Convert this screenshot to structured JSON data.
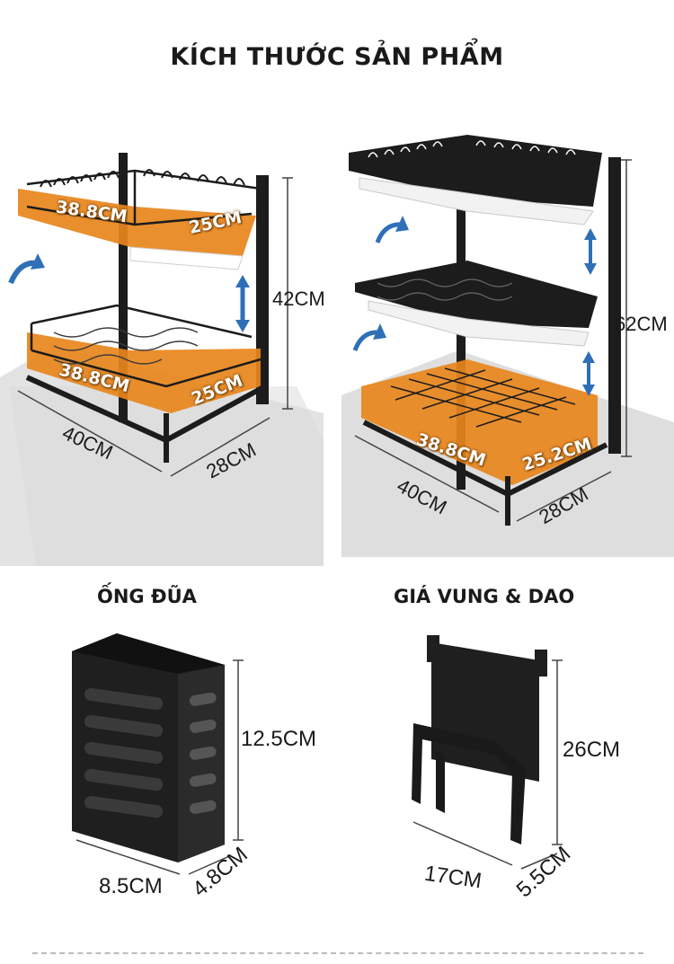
{
  "header": {
    "title": "KÍCH THƯỚC SẢN PHẨM"
  },
  "rack_2tier": {
    "top_length": "38.8CM",
    "top_width": "25CM",
    "bottom_length": "38.8CM",
    "bottom_width": "25CM",
    "height": "42CM",
    "base_length": "40CM",
    "base_depth": "28CM"
  },
  "rack_3tier": {
    "height": "62CM",
    "tray_length": "38.8CM",
    "tray_width": "25.2CM",
    "base_length": "40CM",
    "base_depth": "28CM"
  },
  "chopstick_holder": {
    "title": "ỐNG ĐŨA",
    "height": "12.5CM",
    "width": "8.5CM",
    "depth": "4.8CM"
  },
  "knife_rack": {
    "title": "GIÁ VUNG & DAO",
    "height": "26CM",
    "width": "17CM",
    "depth": "5.5CM"
  },
  "colors": {
    "accent_orange": "#e8861c",
    "rack_black": "#1c1c1c",
    "arrow_blue": "#2f6fb8",
    "floor_gray": "#dcdcdc"
  }
}
